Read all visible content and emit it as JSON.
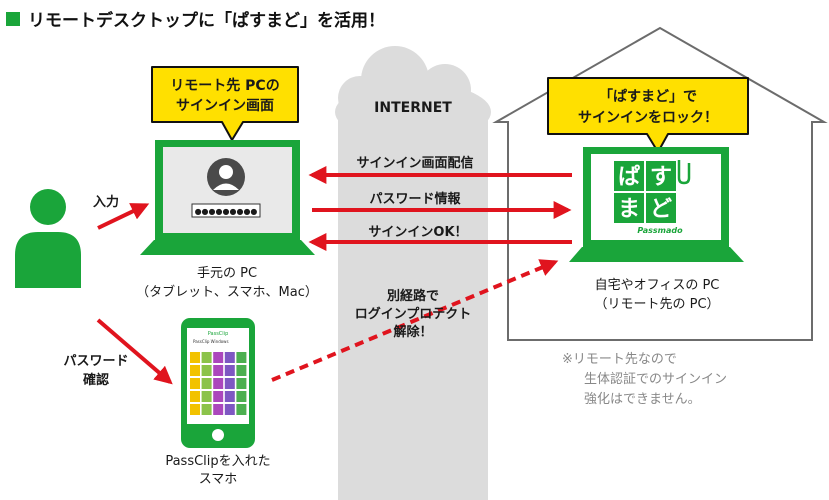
{
  "title": "リモートデスクトップに「ぱすまど」を活用！",
  "colors": {
    "green": "#1aa53a",
    "red": "#e0141e",
    "yellow": "#ffe000",
    "gray": "#dcdcdc",
    "text": "#1a1a1a",
    "note": "#888888"
  },
  "cloud_label": "INTERNET",
  "left_bubble": [
    "リモート先 PCの",
    "サインイン画面"
  ],
  "right_bubble": [
    "「ぱすまど」で",
    "サインインをロック！"
  ],
  "arrows": {
    "signin_delivery": "サインイン画面配信",
    "password_info": "パスワード情報",
    "signin_ok": "サインインOK！"
  },
  "input_label": "入力",
  "password_check": [
    "パスワード",
    "確認"
  ],
  "alt_route": [
    "別経路で",
    "ログインプロテクト",
    "解除！"
  ],
  "local_pc_caption": [
    "手元の PC",
    "（タブレット、スマホ、Mac）"
  ],
  "remote_pc_caption": [
    "自宅やオフィスの PC",
    "（リモート先の PC）"
  ],
  "phone_caption": [
    "PassClipを入れた",
    "スマホ"
  ],
  "note": [
    "※リモート先なので",
    "生体認証でのサインイン",
    "強化はできません。"
  ],
  "password_mask": "●●●●●●●●●",
  "logo": {
    "chars": [
      "ぱ",
      "す",
      "ま",
      "ど"
    ],
    "subtitle": "Passmado"
  },
  "phone_app": {
    "header": "PassClip",
    "sub": "PassClip Windows"
  }
}
